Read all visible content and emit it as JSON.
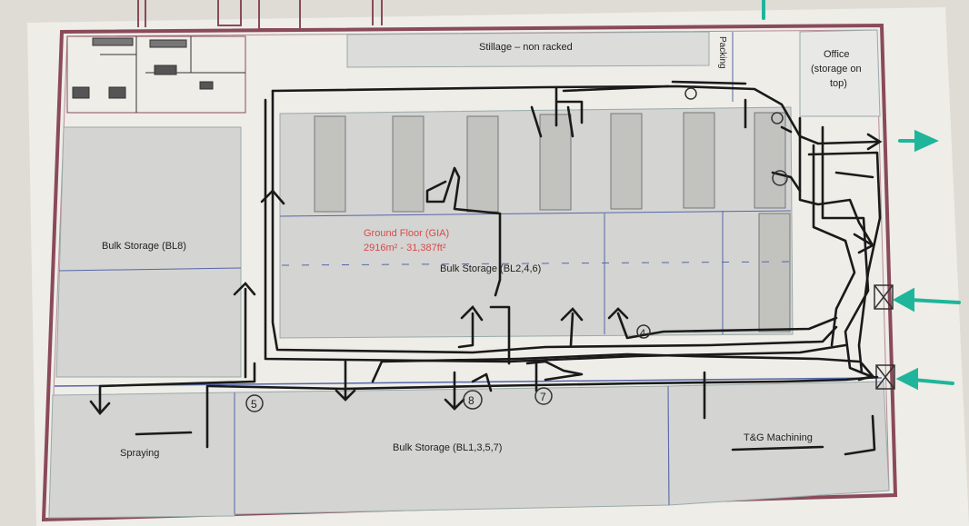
{
  "plan": {
    "rooms": {
      "stillage": "Stillage – non racked",
      "packing": "Packing",
      "office_line1": "Office",
      "office_line2": "(storage on",
      "office_line3": "top)",
      "bulk_bl8": "Bulk Storage (BL8)",
      "bulk_bl246": "Bulk Storage (BL2,4,6)",
      "spraying": "Spraying",
      "bulk_bl1357": "Bulk Storage (BL1,3,5,7)",
      "tg_machining": "T&G Machining"
    },
    "floor_area": {
      "title": "Ground Floor (GIA)",
      "area": "2916m² - 31,387ft²"
    },
    "markers": [
      "5",
      "8",
      "7",
      "4"
    ],
    "colors": {
      "paper": "#eeede8",
      "wall": "#8a4a5a",
      "ink": "#1a1a1a",
      "accent_arrow": "#1fb59a",
      "floor_label": "#d94a4a"
    }
  }
}
